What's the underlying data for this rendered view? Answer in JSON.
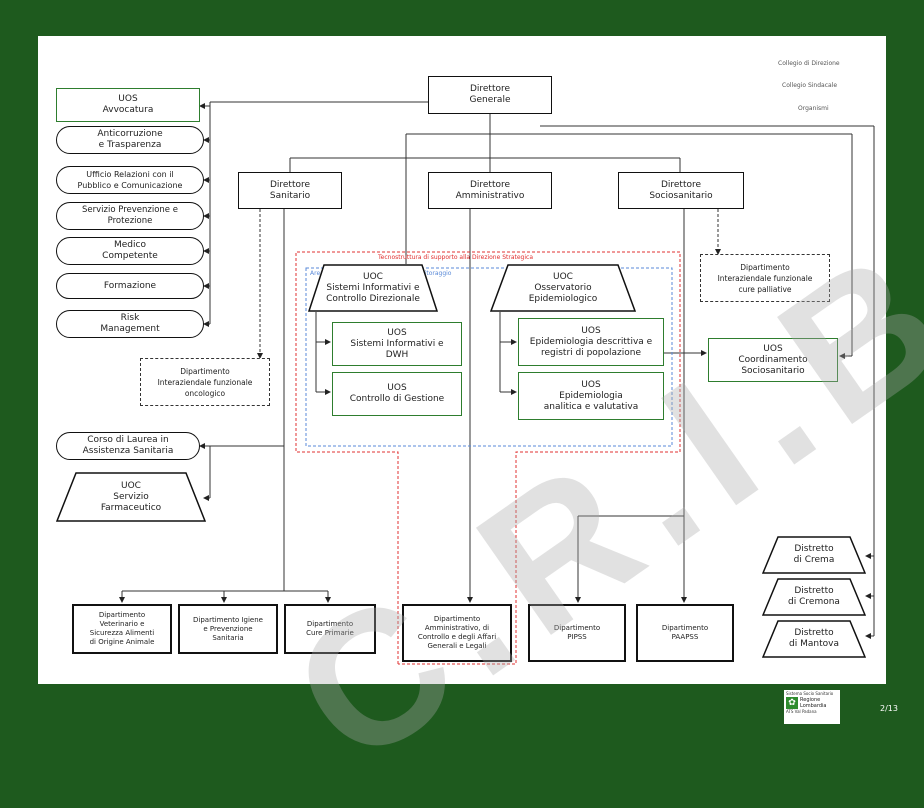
{
  "top_right": {
    "line1": "Collegio di Direzione",
    "line2": "Collegio Sindacale",
    "line3": "Organismi"
  },
  "top": {
    "dg": "Direttore\nGenerale"
  },
  "directors": {
    "ds": "Direttore\nSanitario",
    "da": "Direttore\nAmministrativo",
    "dss": "Direttore\nSociosanitario"
  },
  "staff": [
    "UOS\nAvvocatura",
    "Anticorruzione\ne Trasparenza",
    "Ufficio Relazioni con il\nPubblico e Comunicazione",
    "Servizio Prevenzione e\nProtezione",
    "Medico\nCompetente",
    "Formazione",
    "Risk\nManagement"
  ],
  "strategic": {
    "red_label": "Tecnostruttura di supporto alla Direzione Strategica",
    "blue_label": "Area integrata di pianificazione e monitoraggio",
    "uoc_sistemi": "UOC\nSistemi Informativi e\nControllo Direzionale",
    "uoc_osservatorio": "UOC\nOsservatorio\nEpidemiologico",
    "uos_sistemi_dwh": "UOS\nSistemi Informativi e\nDWH",
    "uos_controllo": "UOS\nControllo di Gestione",
    "uos_epi_descr": "UOS\nEpidemiologia descrittiva e\nregistri di popolazione",
    "uos_epi_anal": "UOS\nEpidemiologia\nanalitica e valutativa"
  },
  "dip_oncologico": "Dipartimento\nInteraziendale funzionale\noncologico",
  "dip_palliative": "Dipartimento\nInteraziendale funzionale\ncure palliative",
  "uos_coordinamento": "UOS\nCoordinamento\nSociosanitario",
  "corso_laurea": "Corso di Laurea in\nAssistenza Sanitaria",
  "uoc_farmaceutico": "UOC\nServizio\nFarmaceutico",
  "departments": [
    "Dipartimento\nVeterinario e\nSicurezza Alimenti\ndi Origine Animale",
    "Dipartimento Igiene\ne Prevenzione\nSanitaria",
    "Dipartimento\nCure Primarie",
    "Dipartimento\nAmministrativo, di\nControllo e degli Affari\nGenerali e Legali",
    "Dipartimento\nPIPSS",
    "Dipartimento\nPAAPSS"
  ],
  "districts": [
    "Distretto\ndi Crema",
    "Distretto\ndi Cremona",
    "Distretto\ndi Mantova"
  ],
  "footer": {
    "logo_top": "Sistema Socio Sanitario",
    "logo_main": "Regione\nLombardia",
    "logo_sub": "ATS Val Padana",
    "page": "2/13"
  },
  "watermark": "C.R.I.B.A",
  "colors": {
    "frame": "#1e5a1e",
    "green_border": "#2e7d2e",
    "red_dashed": "#e03030",
    "blue_dashed": "#5a8ad8"
  }
}
